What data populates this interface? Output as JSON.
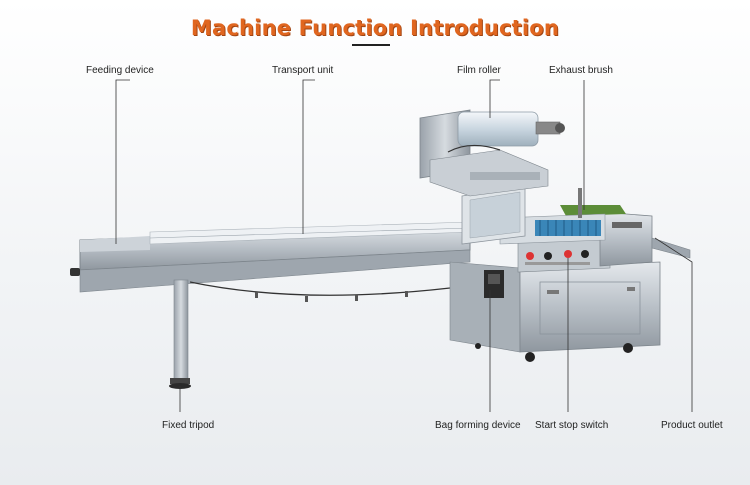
{
  "title": "Machine Function Introduction",
  "labels": {
    "feeding_device": "Feeding device",
    "transport_unit": "Transport unit",
    "film_roller": "Film roller",
    "exhaust_brush": "Exhaust brush",
    "fixed_tripod": "Fixed tripod",
    "bag_forming_device": "Bag forming device",
    "start_stop_switch": "Start stop switch",
    "product_outlet": "Product outlet"
  },
  "colors": {
    "title": "#e0661f",
    "steel": "#b8bfc6",
    "leader_line": "#333333"
  }
}
